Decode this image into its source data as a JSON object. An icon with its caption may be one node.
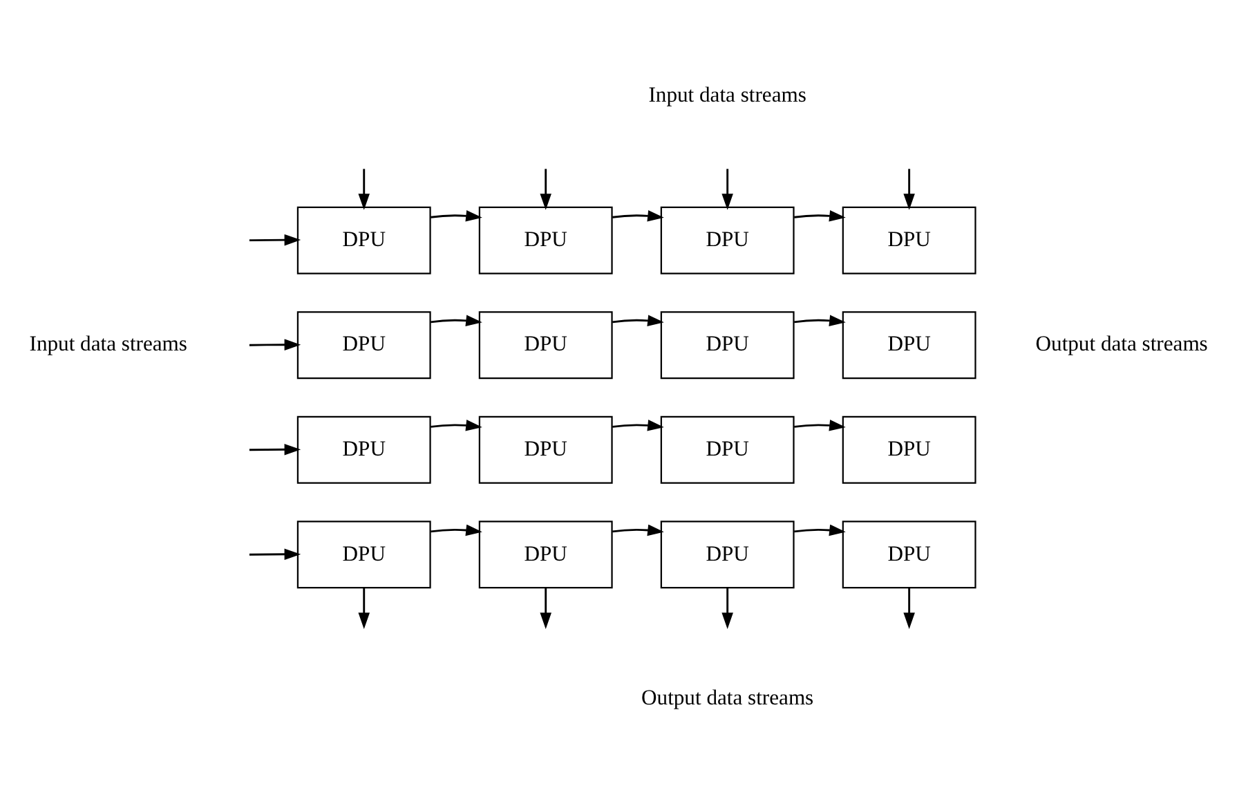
{
  "diagram": {
    "nodes": [
      {
        "text": [
          "DPU"
        ]
      },
      {
        "text": [
          "DPU"
        ]
      },
      {
        "text": [
          "DPU"
        ]
      },
      {
        "text": [
          "DPU"
        ]
      },
      {
        "text": [
          "DPU"
        ]
      },
      {
        "text": [
          "DPU"
        ]
      },
      {
        "text": [
          "DPU"
        ]
      },
      {
        "text": [
          "DPU"
        ]
      },
      {
        "text": [
          "DPU"
        ]
      },
      {
        "text": [
          "DPU"
        ]
      },
      {
        "text": [
          "DPU"
        ]
      },
      {
        "text": [
          "DPU"
        ]
      },
      {
        "text": [
          "DPU"
        ]
      },
      {
        "text": [
          "DPU"
        ]
      },
      {
        "text": [
          "DPU"
        ]
      },
      {
        "text": [
          "DPU"
        ]
      }
    ],
    "edges": [
      {
        "from": null,
        "to": 0,
        "arrow": "to"
      },
      {
        "from": null,
        "to": 1,
        "arrow": "to"
      },
      {
        "from": null,
        "to": 2,
        "arrow": "to"
      },
      {
        "from": null,
        "to": 3,
        "arrow": "to"
      },
      {
        "from": null,
        "to": 0,
        "arrow": "to"
      },
      {
        "from": 0,
        "to": 1,
        "arrow": "to"
      },
      {
        "from": 1,
        "to": 2,
        "arrow": "to"
      },
      {
        "from": 2,
        "to": 3,
        "arrow": "to"
      },
      {
        "from": null,
        "to": 4,
        "arrow": "to"
      },
      {
        "from": 4,
        "to": 5,
        "arrow": "to"
      },
      {
        "from": 5,
        "to": 6,
        "arrow": "to"
      },
      {
        "from": 6,
        "to": 7,
        "arrow": "to"
      },
      {
        "from": null,
        "to": 8,
        "arrow": "to"
      },
      {
        "from": 8,
        "to": 9,
        "arrow": "to"
      },
      {
        "from": 9,
        "to": 10,
        "arrow": "to"
      },
      {
        "from": 10,
        "to": 11,
        "arrow": "to"
      },
      {
        "from": null,
        "to": 12,
        "arrow": "to"
      },
      {
        "from": 12,
        "to": 13,
        "arrow": "to"
      },
      {
        "from": 13,
        "to": 14,
        "arrow": "to"
      },
      {
        "from": 14,
        "to": 15,
        "arrow": "to"
      },
      {
        "from": 12,
        "to": null,
        "arrow": "to"
      },
      {
        "from": 13,
        "to": null,
        "arrow": "to"
      },
      {
        "from": 14,
        "to": null,
        "arrow": "to"
      },
      {
        "from": 15,
        "to": null,
        "arrow": "to"
      }
    ],
    "labels": [
      "Input data streams",
      "Input data streams",
      "Output data streams",
      "Output data streams"
    ]
  }
}
